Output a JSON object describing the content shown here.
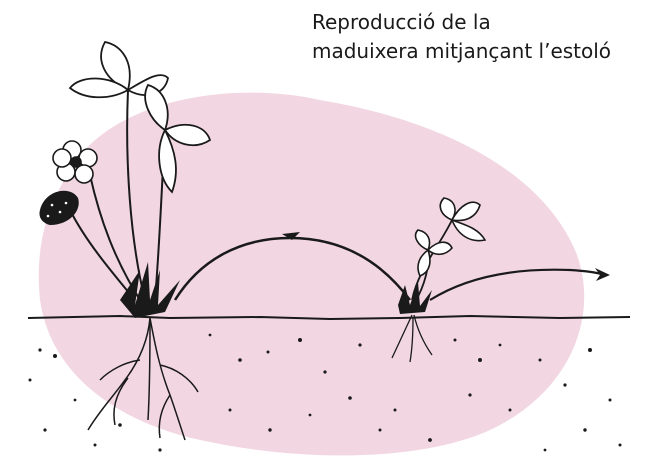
{
  "caption": {
    "line1": "Reproducció de la",
    "line2": "maduixera mitjançant l’estoló"
  },
  "illustration": {
    "subject": "strawberry plant with runner (stolon) rooting a daughter plant",
    "colors": {
      "background_blob": "#f2d7e2",
      "ink": "#1a1a1a",
      "paper": "#ffffff"
    },
    "parts": [
      "mother-plant",
      "flower",
      "strawberry-fruit",
      "stolon",
      "daughter-plant",
      "roots",
      "soil-line",
      "soil-particles"
    ]
  }
}
